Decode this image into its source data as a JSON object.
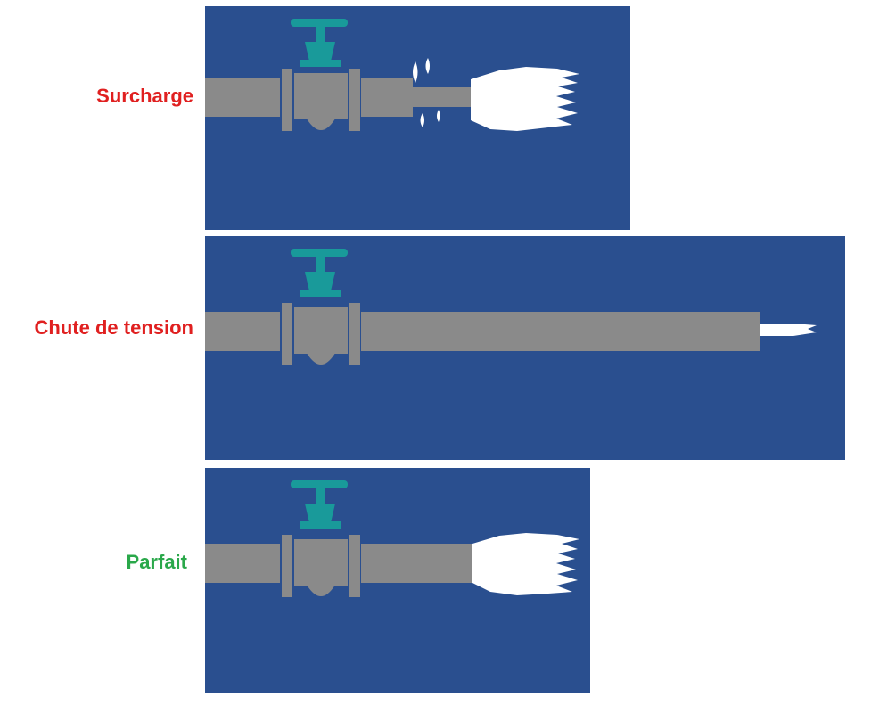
{
  "colors": {
    "background": "#ffffff",
    "panel": "#2a4f8f",
    "pipe": "#8a8a8a",
    "pipe_outline": "#2a4f8f",
    "valve_handle": "#199a9a",
    "water": "#ffffff",
    "label_bad": "#e02020",
    "label_good": "#2aa84a"
  },
  "scenarios": [
    {
      "label": "Surcharge",
      "label_color": "#e02020"
    },
    {
      "label": "Chute de tension",
      "label_color": "#e02020"
    },
    {
      "label": "Parfait",
      "label_color": "#2aa84a"
    }
  ]
}
